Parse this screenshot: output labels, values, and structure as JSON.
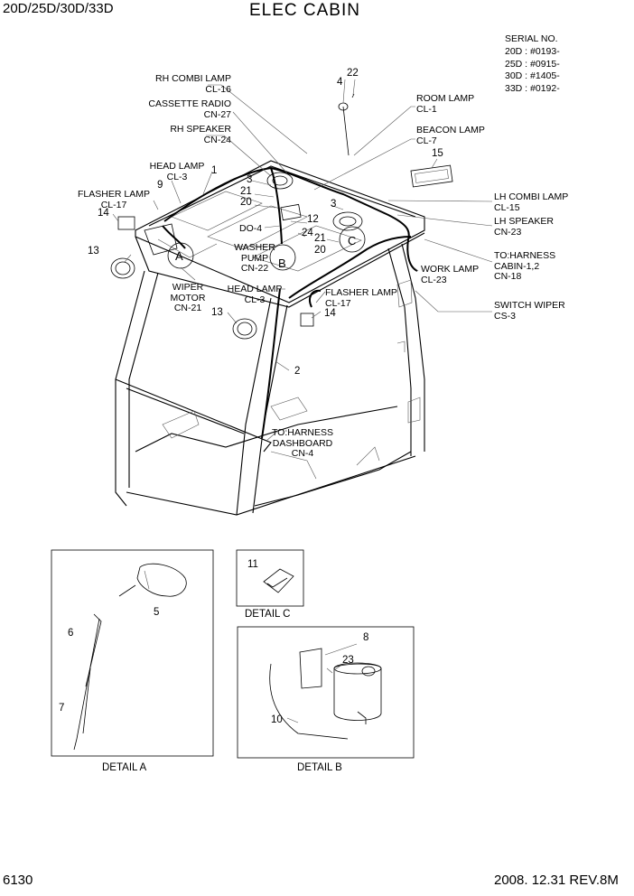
{
  "header": {
    "models": "20D/25D/30D/33D",
    "title": "ELEC CABIN"
  },
  "serial": {
    "heading": "SERIAL NO.",
    "lines": [
      "20D : #0193-",
      "25D : #0915-",
      "30D : #1405-",
      "33D : #0192-"
    ]
  },
  "callouts": {
    "rh_combi_lamp": [
      "RH COMBI LAMP",
      "CL-16"
    ],
    "cassette_radio": [
      "CASSETTE RADIO",
      "CN-27"
    ],
    "rh_speaker": [
      "RH SPEAKER",
      "CN-24"
    ],
    "head_lamp_top": [
      "HEAD LAMP",
      "CL-3"
    ],
    "flasher_lamp_left": [
      "FLASHER LAMP",
      "CL-17"
    ],
    "room_lamp": [
      "ROOM LAMP",
      "CL-1"
    ],
    "beacon_lamp": [
      "BEACON LAMP",
      "CL-7"
    ],
    "lh_combi_lamp": [
      "LH COMBI LAMP",
      "CL-15"
    ],
    "lh_speaker": [
      "LH SPEAKER",
      "CN-23"
    ],
    "to_harness_cabin": [
      "TO:HARNESS",
      "CABIN-1,2",
      "CN-18"
    ],
    "work_lamp": [
      "WORK LAMP",
      "CL-23"
    ],
    "switch_wiper": [
      "SWITCH WIPER",
      "CS-3"
    ],
    "washer_pump": [
      "WASHER",
      "PUMP",
      "CN-22"
    ],
    "do4": "DO-4",
    "wiper_motor": [
      "WIPER",
      "MOTOR",
      "CN-21"
    ],
    "head_lamp_mid": [
      "HEAD LAMP",
      "CL-3"
    ],
    "flasher_lamp_mid": [
      "FLASHER LAMP",
      "CL-17"
    ],
    "to_harness_dash": [
      "TO:HARNESS",
      "DASHBOARD",
      "CN-4"
    ]
  },
  "item_numbers": {
    "n22": "22",
    "n4": "4",
    "n1": "1",
    "n15": "15",
    "n9": "9",
    "n14a": "14",
    "n3a": "3",
    "n21a": "21",
    "n20a": "20",
    "n3b": "3",
    "n12": "12",
    "n24": "24",
    "n21b": "21",
    "n20b": "20",
    "n13a": "13",
    "n13b": "13",
    "n14b": "14",
    "n2": "2",
    "n5": "5",
    "n6": "6",
    "n7": "7",
    "n11": "11",
    "n8": "8",
    "n23": "23",
    "n10": "10"
  },
  "detail_letters": {
    "a": "A",
    "b": "B",
    "c": "C"
  },
  "details": {
    "a": "DETAIL A",
    "b": "DETAIL B",
    "c": "DETAIL C"
  },
  "footer": {
    "page": "6130",
    "date_rev": "2008. 12.31  REV.8M"
  }
}
